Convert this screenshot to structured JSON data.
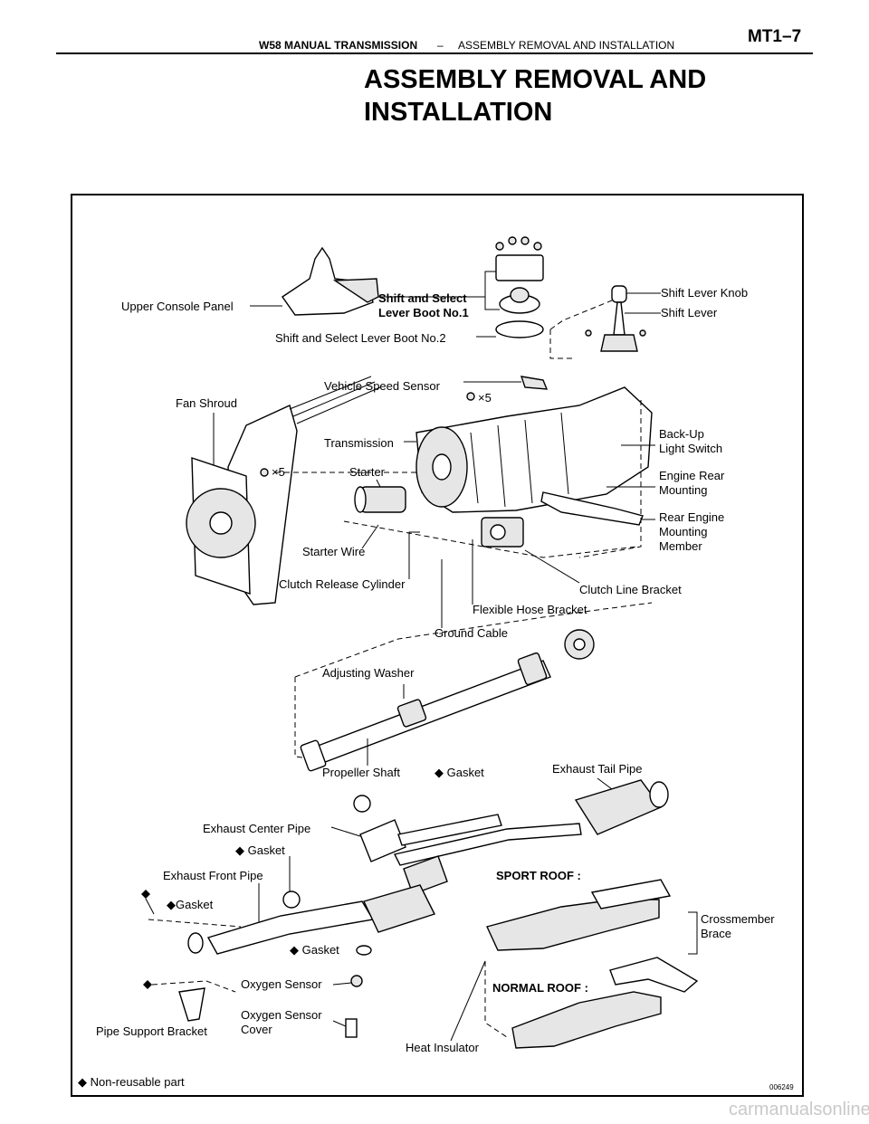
{
  "header": {
    "title": "W58 MANUAL TRANSMISSION",
    "separator": "–",
    "section": "ASSEMBLY REMOVAL AND INSTALLATION",
    "page": "MT1–7"
  },
  "page_title": "ASSEMBLY REMOVAL AND INSTALLATION",
  "figure": {
    "code": "006249",
    "labels": {
      "upper_console_panel": "Upper Console Panel",
      "boot1_line1": "Shift and Select",
      "boot1_line2": "Lever Boot No.1",
      "boot2": "Shift and Select Lever Boot No.2",
      "shift_lever_knob": "Shift Lever Knob",
      "shift_lever": "Shift Lever",
      "vehicle_speed_sensor": "Vehicle Speed Sensor",
      "x5_top": "×5",
      "fan_shroud": "Fan Shroud",
      "transmission": "Transmission",
      "x5_left": "×5",
      "starter": "Starter",
      "backup_line1": "Back-Up",
      "backup_line2": "Light Switch",
      "engine_rear_line1": "Engine Rear",
      "engine_rear_line2": "Mounting",
      "rear_member_line1": "Rear Engine",
      "rear_member_line2": "Mounting",
      "rear_member_line3": "Member",
      "starter_wire": "Starter Wire",
      "clutch_release_cylinder": "Clutch Release Cylinder",
      "clutch_line_bracket": "Clutch Line Bracket",
      "flexible_hose_bracket": "Flexible Hose Bracket",
      "ground_cable": "Ground Cable",
      "adjusting_washer": "Adjusting Washer",
      "propeller_shaft": "Propeller Shaft",
      "gasket_top": "◆ Gasket",
      "exhaust_tail_pipe": "Exhaust Tail Pipe",
      "exhaust_center_pipe": "Exhaust Center Pipe",
      "gasket_center": "◆ Gasket",
      "exhaust_front_pipe": "Exhaust Front Pipe",
      "sport_roof": "SPORT ROOF :",
      "gasket_front": "◆Gasket",
      "crossmember_line1": "Crossmember",
      "crossmember_line2": "Brace",
      "gasket_lower": "◆ Gasket",
      "oxygen_sensor": "Oxygen Sensor",
      "normal_roof": "NORMAL ROOF :",
      "pipe_support_bracket": "Pipe Support Bracket",
      "o2_cover_line1": "Oxygen Sensor",
      "o2_cover_line2": "Cover",
      "heat_insulator": "Heat Insulator",
      "non_reusable": "◆ Non-reusable part"
    }
  },
  "watermark": "carmanualsonline.info"
}
